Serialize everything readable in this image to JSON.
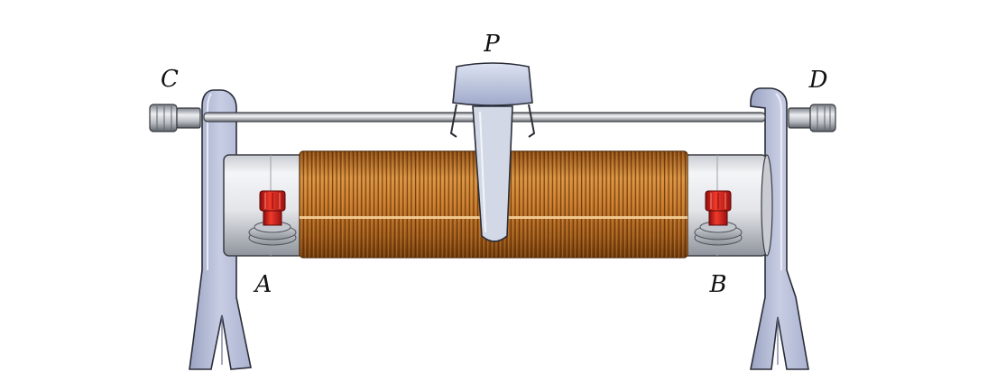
{
  "diagram": {
    "labels": {
      "slider": "P",
      "rod_left": "C",
      "rod_right": "D",
      "coil_left": "A",
      "coil_right": "B"
    }
  }
}
